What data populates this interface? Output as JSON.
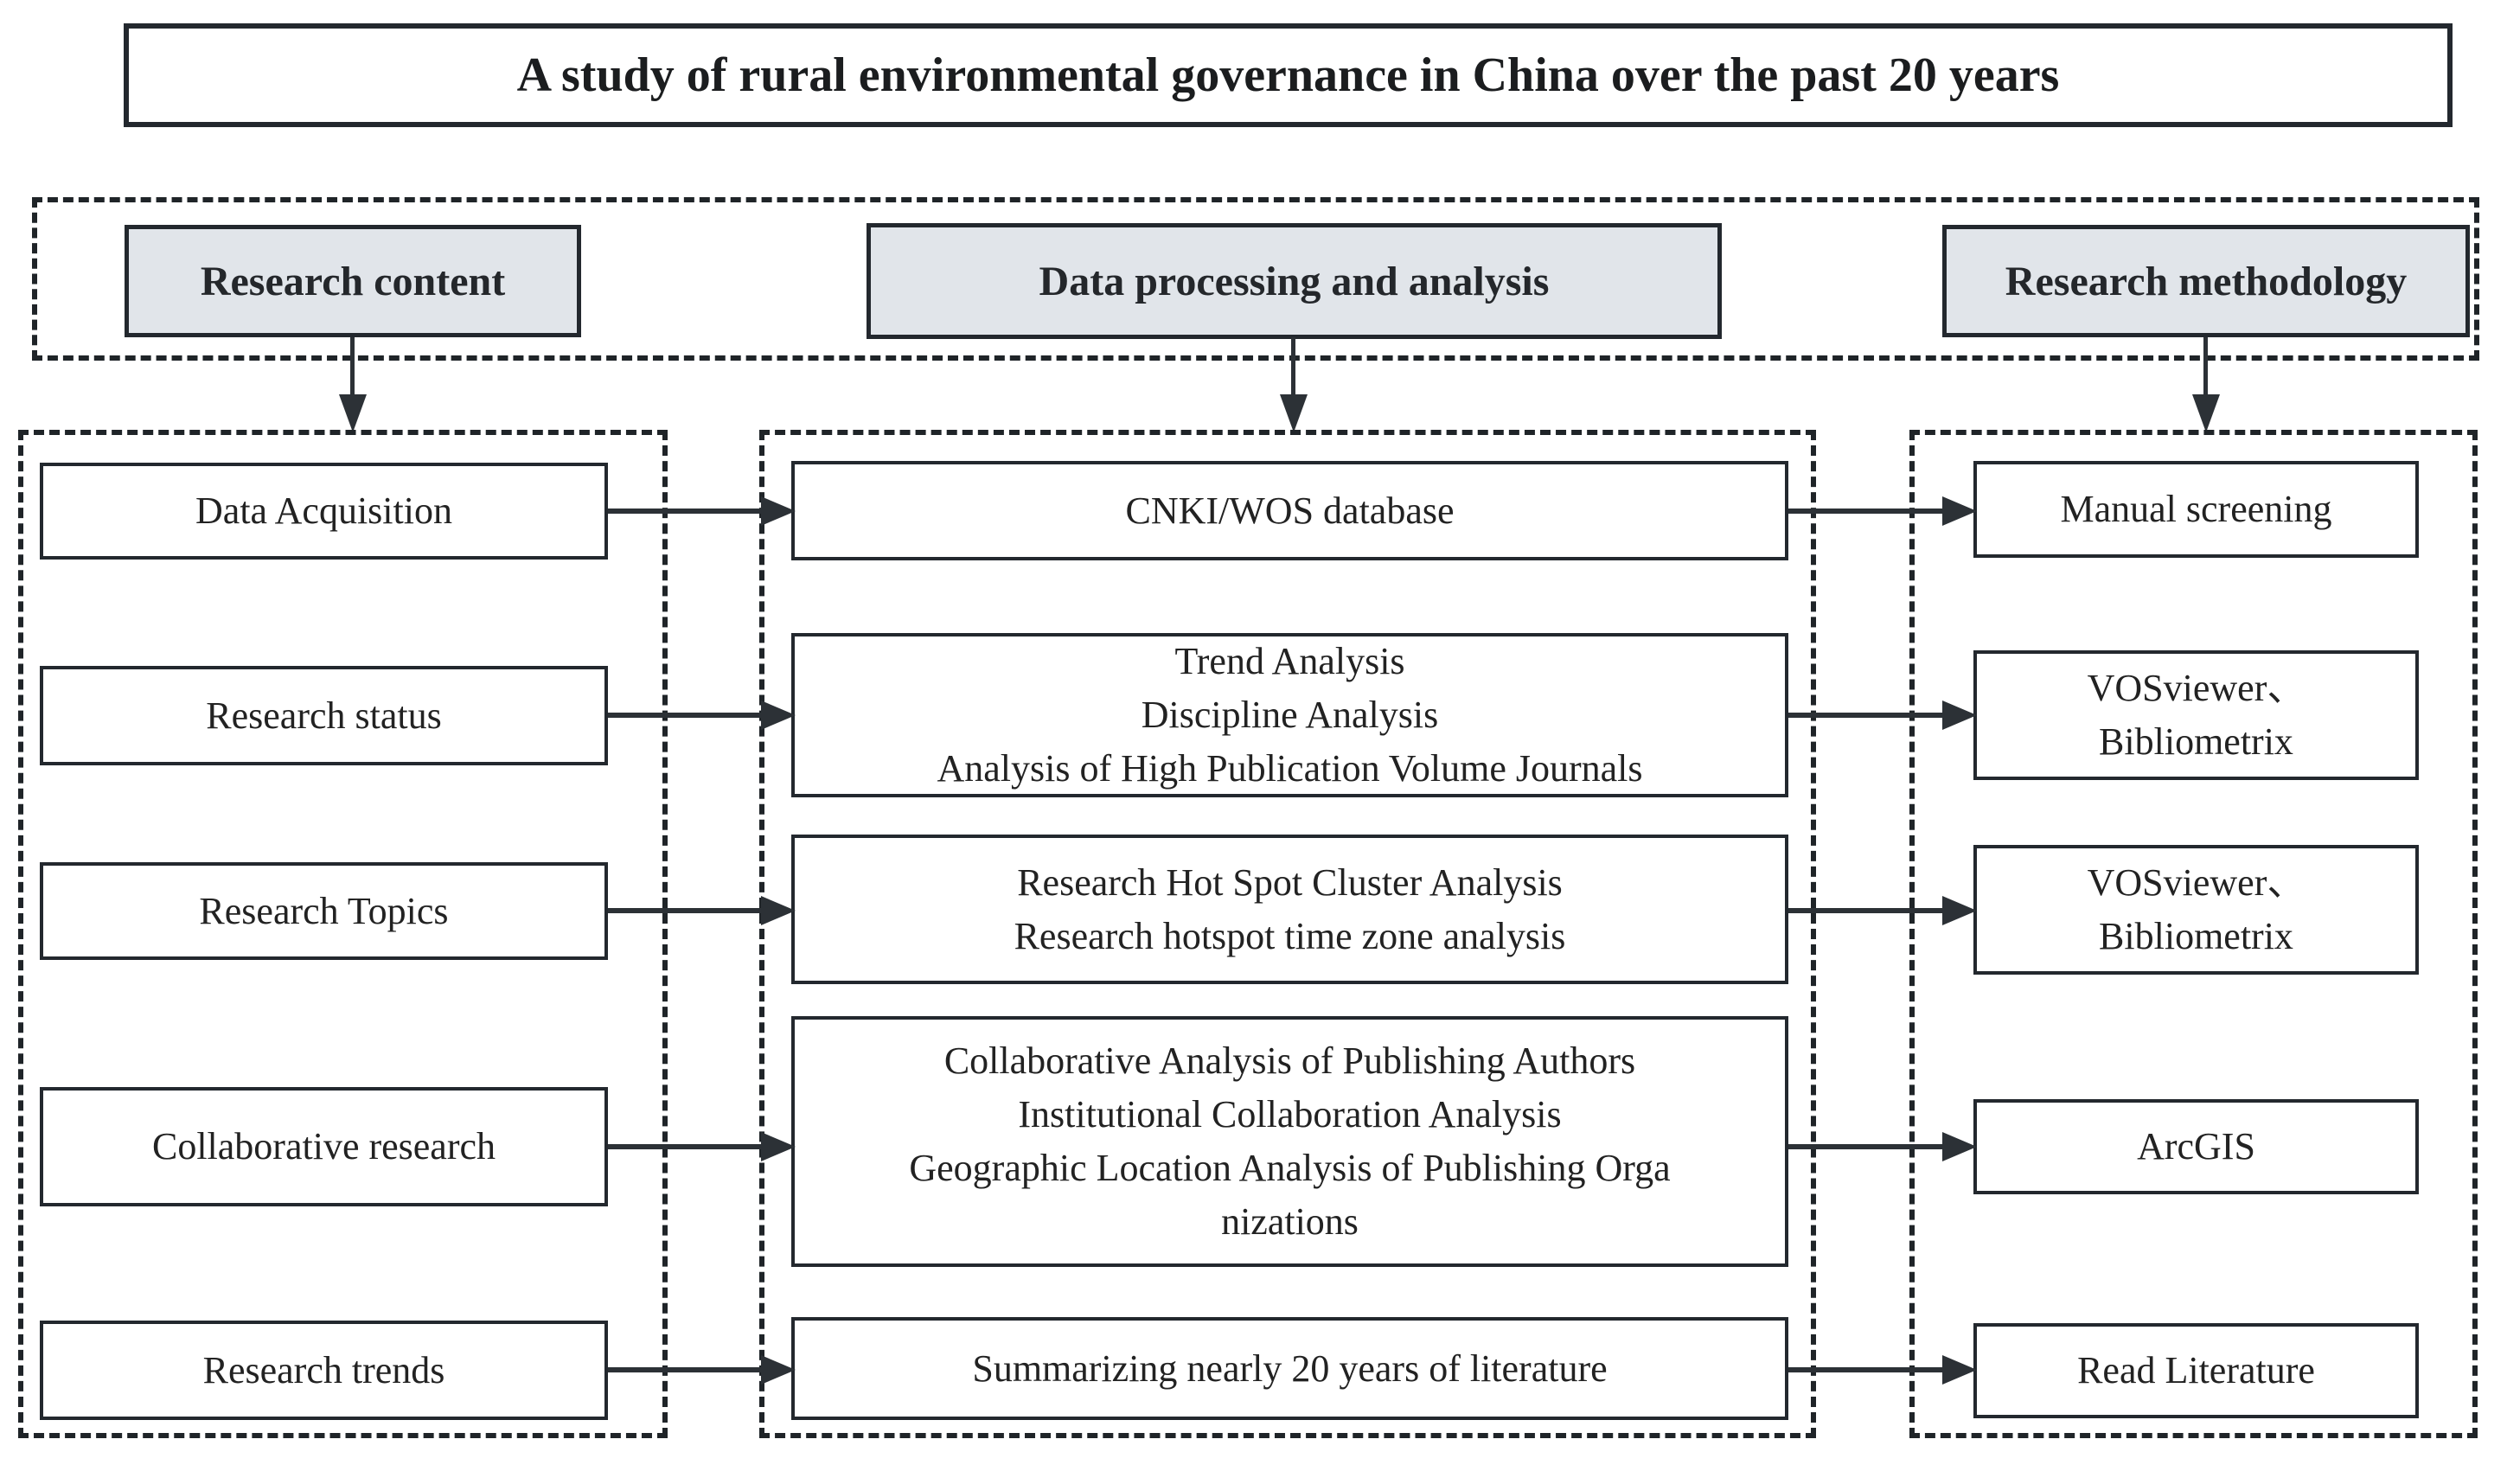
{
  "title": "A study of rural environmental governance in China over the past 20 years",
  "headers": {
    "content": "Research content",
    "processing": "Data processing and analysis",
    "methodology": "Research methodology"
  },
  "rows": [
    {
      "content": "Data Acquisition",
      "processing": [
        "CNKI/WOS database"
      ],
      "methodology": [
        "Manual screening"
      ]
    },
    {
      "content": "Research status",
      "processing": [
        "Trend Analysis",
        "Discipline Analysis",
        "Analysis of High Publication Volume Journals"
      ],
      "methodology": [
        "VOSviewer、",
        "Bibliometrix"
      ]
    },
    {
      "content": "Research Topics",
      "processing": [
        "Research Hot Spot Cluster Analysis",
        "Research hotspot time zone analysis"
      ],
      "methodology": [
        "VOSviewer、",
        "Bibliometrix"
      ]
    },
    {
      "content": "Collaborative research",
      "processing": [
        "Collaborative Analysis of Publishing Authors",
        "Institutional Collaboration Analysis",
        "Geographic Location Analysis of Publishing Orga",
        "nizations"
      ],
      "methodology": [
        "ArcGIS"
      ]
    },
    {
      "content": "Research trends",
      "processing": [
        "Summarizing nearly 20 years of literature"
      ],
      "methodology": [
        "Read Literature"
      ]
    }
  ],
  "colors": {
    "line": "#23282e",
    "dash": "#1f2428",
    "header_fill": "#e1e5ea",
    "arrow": "#2c3136",
    "box_fill": "#ffffff",
    "text": "#222222"
  }
}
